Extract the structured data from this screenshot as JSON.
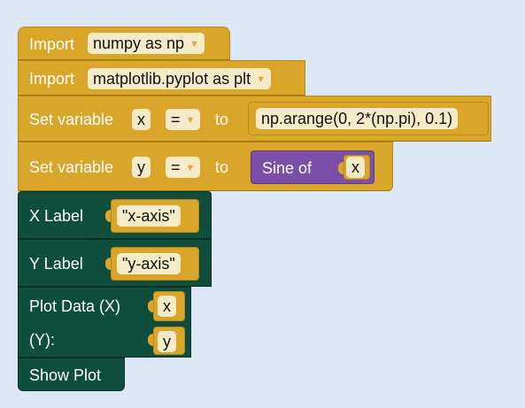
{
  "blocks": {
    "import1": {
      "label": "Import",
      "value": "numpy as np"
    },
    "import2": {
      "label": "Import",
      "value": "matplotlib.pyplot as plt"
    },
    "setx": {
      "label": "Set variable",
      "var": "x",
      "op": "=",
      "to": "to",
      "expr": "np.arange(0, 2*(np.pi), 0.1)"
    },
    "sety": {
      "label": "Set variable",
      "var": "y",
      "op": "=",
      "to": "to",
      "func": "Sine of",
      "arg": "x"
    },
    "xlabel": {
      "label": "X Label",
      "value": "\"x-axis\""
    },
    "ylabel": {
      "label": "Y Label",
      "value": "\"y-axis\""
    },
    "plot": {
      "label": "Plot Data (X)",
      "label2": "(Y):",
      "x": "x",
      "y": "y"
    },
    "show": {
      "label": "Show Plot"
    }
  },
  "colors": {
    "gold": "#d9a629",
    "green": "#0f4d3c",
    "purple": "#7b4fa8",
    "background": "#dde8f7"
  },
  "icons": {
    "dropdown": "triangle-down-icon"
  }
}
